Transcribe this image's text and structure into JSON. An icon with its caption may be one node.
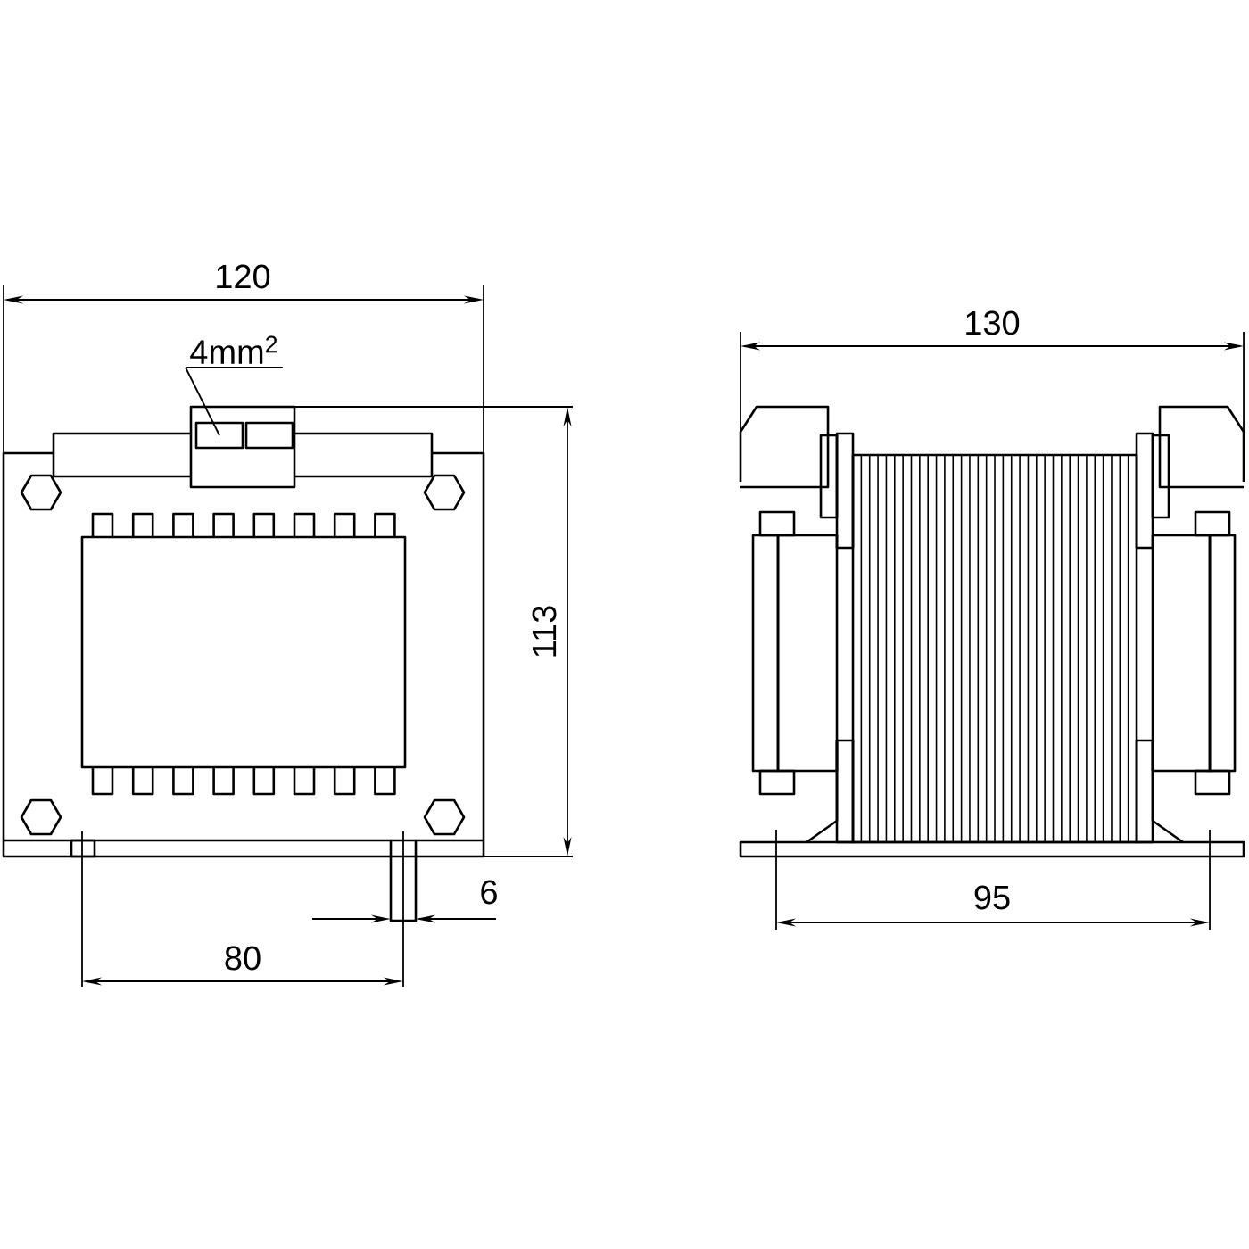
{
  "diagram": {
    "nodes": [
      {
        "text": [
          "4mm$^{2}$"
        ]
      },
      {
        "text": [],
        "shape": "box"
      }
    ],
    "edges": [
      {
        "from": 0,
        "to": 1,
        "arrow": "none"
      }
    ],
    "labels": [
      "120",
      "113",
      "6",
      "80",
      "130",
      "95"
    ]
  }
}
